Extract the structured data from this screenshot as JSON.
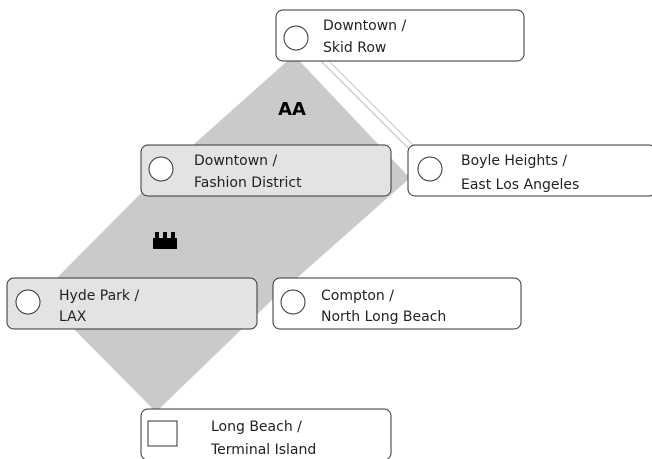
{
  "colors": {
    "diamond_fill": "#9e9e9e",
    "diamond_opacity": 0.55,
    "node_fill": "#ffffff",
    "node_fill_overlap": "#e3e3e3",
    "node_stroke": "#333333",
    "text": "#222222"
  },
  "diamonds": [
    {
      "id": "upper",
      "label": "AA"
    },
    {
      "id": "lower",
      "icon": "factory-icon"
    }
  ],
  "nodes": [
    {
      "id": "downtown-skid-row",
      "line1": "Downtown /",
      "line2": "Skid Row",
      "marker": "circle"
    },
    {
      "id": "downtown-fashion-district",
      "line1": "Downtown /",
      "line2": "Fashion District",
      "marker": "circle"
    },
    {
      "id": "boyle-heights",
      "line1": "Boyle Heights /",
      "line2": "East Los Angeles",
      "marker": "circle"
    },
    {
      "id": "hyde-park",
      "line1": "Hyde Park /",
      "line2": "LAX",
      "marker": "circle"
    },
    {
      "id": "compton",
      "line1": "Compton /",
      "line2": "North Long Beach",
      "marker": "circle"
    },
    {
      "id": "long-beach",
      "line1": "Long Beach /",
      "line2": "Terminal Island",
      "marker": "square"
    }
  ]
}
